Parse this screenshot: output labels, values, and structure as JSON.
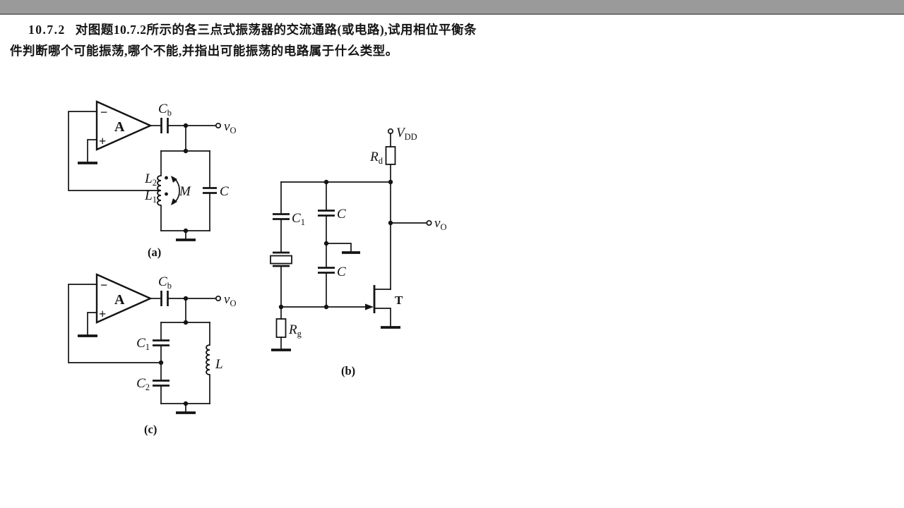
{
  "page": {
    "top_bar_color": "#9a9a9a",
    "top_bar_edge": "#6f6f6f",
    "background": "#ffffff",
    "ink": "#141414"
  },
  "problem": {
    "number": "10.7.2",
    "line1": "对图题10.7.2所示的各三点式振荡器的交流通路(或电路),试用相位平衡条",
    "line2": "件判断哪个可能振荡,哪个不能,并指出可能振荡的电路属于什么类型。"
  },
  "circuits": {
    "a": {
      "caption": "(a)",
      "amp": "A",
      "minus": "−",
      "plus": "+",
      "cb": {
        "main": "C",
        "sub": "b"
      },
      "vo": {
        "main": "v",
        "sub": "O"
      },
      "l2": {
        "main": "L",
        "sub": "2"
      },
      "l1": {
        "main": "L",
        "sub": "1"
      },
      "m": "M",
      "c": "C"
    },
    "b": {
      "caption": "(b)",
      "vdd": {
        "main": "V",
        "sub": "DD"
      },
      "rd": {
        "main": "R",
        "sub": "d"
      },
      "c1": {
        "main": "C",
        "sub": "1"
      },
      "c_upper": "C",
      "c_lower": "C",
      "rg": {
        "main": "R",
        "sub": "g"
      },
      "t": "T",
      "vo": {
        "main": "v",
        "sub": "O"
      }
    },
    "c": {
      "caption": "(c)",
      "amp": "A",
      "minus": "−",
      "plus": "+",
      "cb": {
        "main": "C",
        "sub": "b"
      },
      "vo": {
        "main": "v",
        "sub": "O"
      },
      "c1": {
        "main": "C",
        "sub": "1"
      },
      "c2": {
        "main": "C",
        "sub": "2"
      },
      "l": "L"
    }
  }
}
